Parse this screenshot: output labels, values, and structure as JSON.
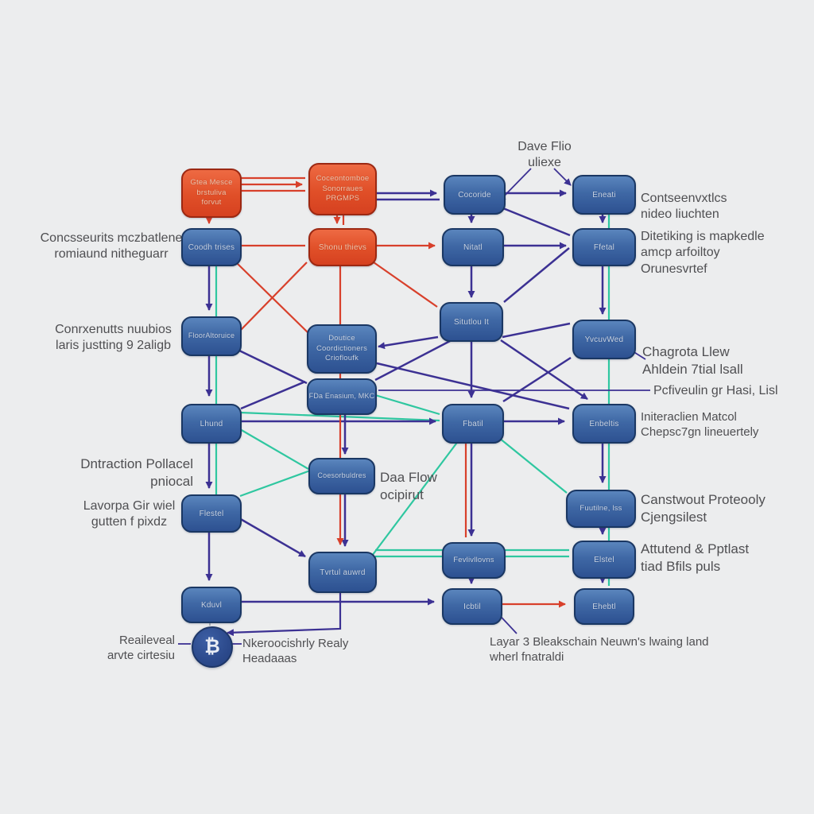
{
  "diagram": {
    "title_hint": "Blockchain-style flow diagram",
    "colors": {
      "background": "#ecedee",
      "node_blue": "#3f68a5",
      "node_red": "#e04f28",
      "edge_navy": "#3c3193",
      "edge_red": "#d8402b",
      "edge_teal": "#2fc7a0",
      "annotation_text": "#4f4f52"
    },
    "bitcoin_symbol": "₿",
    "nodes": {
      "gtea": {
        "label": "Gtea Mesce\nbrstuliva\nforvut"
      },
      "coceon": {
        "label": "Coceontomboe\nSonorraues\nPRGMPS"
      },
      "cocoride": {
        "label": "Cocoride"
      },
      "eneati": {
        "label": "Eneati"
      },
      "coodh": {
        "label": "Coodh trises"
      },
      "shonu": {
        "label": "Shonu thievs"
      },
      "nitatl": {
        "label": "Nitatl"
      },
      "ffetal": {
        "label": "Ffetal"
      },
      "floor": {
        "label": "FloorAltoruice"
      },
      "doutice": {
        "label": "Doutice\nCoordictioners\nCriofloufk"
      },
      "situtlou": {
        "label": "Situtlou It"
      },
      "yvcuv": {
        "label": "YvcuvWed"
      },
      "mkc": {
        "label": "FDa Enasium, MKC"
      },
      "lhund": {
        "label": "Lhund"
      },
      "fbatil": {
        "label": "Fbatil"
      },
      "enbeltis": {
        "label": "Enbeltis"
      },
      "coesor": {
        "label": "Coesorbuldres"
      },
      "flestel": {
        "label": "Flestel"
      },
      "fuutilne": {
        "label": "Fuutilne, lss"
      },
      "tvrtul": {
        "label": "Tvrtul auwrd"
      },
      "fevliv": {
        "label": "Fevlivllovns"
      },
      "elstel": {
        "label": "Elstel"
      },
      "kduvl": {
        "label": "Kduvl"
      },
      "icbtil": {
        "label": "Icbtil"
      },
      "ehebtl": {
        "label": "Ehebtl"
      }
    },
    "annotations": {
      "dave_flo": {
        "text": "Dave Flio\nuliexe"
      },
      "conseen": {
        "text": "Contseenvxtlcs\nnideo liuchten"
      },
      "ditet": {
        "text": "Ditetiking is mapkedle\namcp arfoiltoy\nOrunesvrtef"
      },
      "concsse": {
        "text": "Concsseurits mczbatlene\nromiaund nitheguarr"
      },
      "conrx": {
        "text": "Conrxenutts nuubios\nlaris justting 9 2aligb"
      },
      "chagrota": {
        "text": "Chagrota Llew\nAhldein 7tial lsall"
      },
      "pcfiv": {
        "text": "Pcfiveulin gr Hasi, Lisl"
      },
      "initer": {
        "text": "Initeraclien Matcol\nChepsc7gn lineuertely"
      },
      "dntract": {
        "text": "Dntraction Pollacel\npniocal"
      },
      "lavorpa": {
        "text": "Lavorpa Gir wiel\ngutten f pixdz"
      },
      "daaflow": {
        "text": "Daa Flow\nocipirut"
      },
      "canstw": {
        "text": "Canstwout Proteooly\nCjengsilest"
      },
      "attutend": {
        "text": "Attutend & Pptlast\ntiad Bfils puls"
      },
      "reail": {
        "text": "Reaileveal\narvte cirtesiu"
      },
      "nkeroo": {
        "text": "Nkeroocishrly Realy\nHeadaaas"
      },
      "layar": {
        "text": "Layar 3 Bleakschain Neuwn's lwaing land\nwherl fnatraldi"
      }
    }
  }
}
